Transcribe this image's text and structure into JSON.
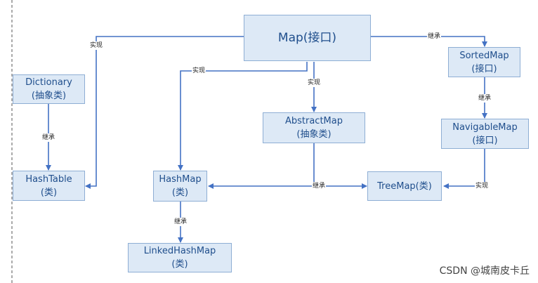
{
  "nodes": {
    "map": {
      "line1": "Map(接口)"
    },
    "sortedmap": {
      "line1": "SortedMap",
      "line2": "(接口)"
    },
    "navigablemap": {
      "line1": "NavigableMap",
      "line2": "(接口)"
    },
    "dictionary": {
      "line1": "Dictionary",
      "line2": "(抽象类)"
    },
    "abstractmap": {
      "line1": "AbstractMap",
      "line2": "(抽象类)"
    },
    "hashtable": {
      "line1": "HashTable",
      "line2": "(类)"
    },
    "hashmap": {
      "line1": "HashMap",
      "line2": "(类)"
    },
    "treemap": {
      "line1": "TreeMap(类)"
    },
    "linkedhashmap": {
      "line1": "LinkedHashMap",
      "line2": "(类)"
    }
  },
  "edges": {
    "map_hashtable": "实现",
    "map_hashmap": "实现",
    "map_abstractmap": "实现",
    "map_sortedmap": "继承",
    "sortedmap_navigablemap": "继承",
    "dictionary_hashtable": "继承",
    "abstractmap_hashmap_treemap": "继承",
    "navigablemap_treemap": "实现",
    "hashmap_linkedhashmap": "继承"
  },
  "watermark": "CSDN @城南皮卡丘",
  "colors": {
    "line": "#4472c4",
    "box_fill": "#dde9f6",
    "box_border": "#8eaed4",
    "text": "#1f4e8c"
  }
}
